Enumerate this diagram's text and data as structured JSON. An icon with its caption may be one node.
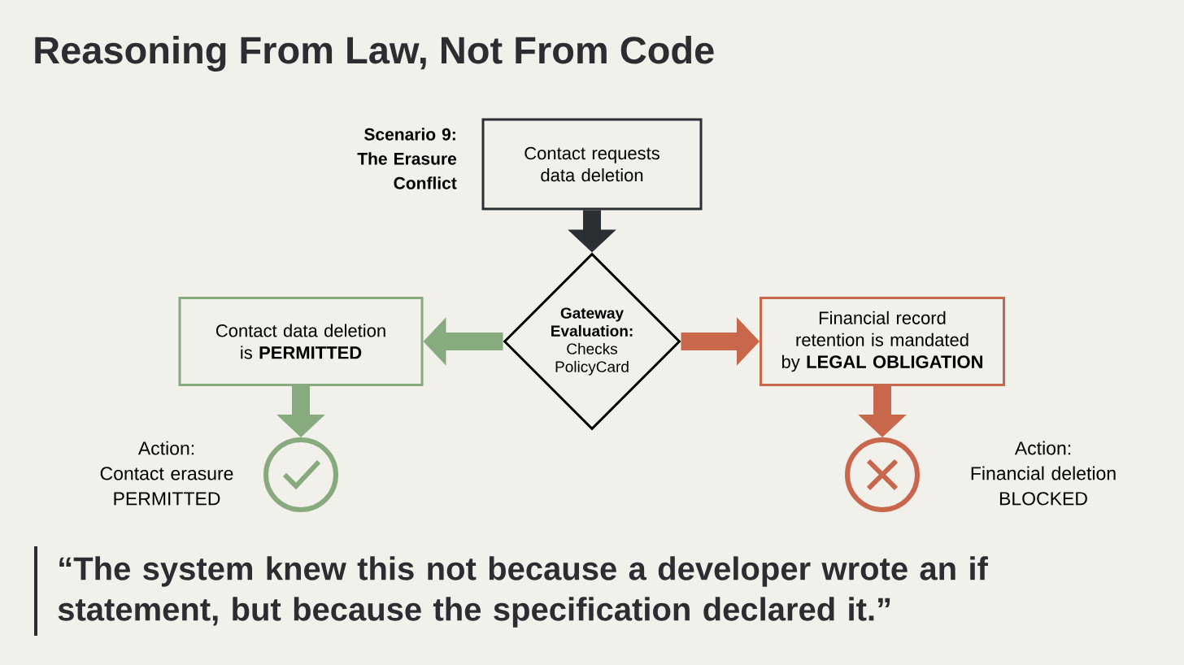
{
  "diagram": {
    "title": "Reasoning From Law, Not From Code",
    "nodes": [
      {
        "text": [
          "Contact requests data deletion"
        ]
      },
      {
        "text": [
          "Gateway Evaluation:",
          "Checks PolicyCard"
        ]
      },
      {
        "text": [
          "Contact data deletion is **PERMITTED**"
        ]
      },
      {
        "text": [
          "Financial record retention is mandated by **LEGAL OBLIGATION**"
        ]
      },
      {
        "text": [],
        "shape": "circle",
        "beside": [
          "Action: Contact erasure PERMITTED"
        ]
      },
      {
        "text": [],
        "shape": "circle",
        "beside": [
          "Action: Financial deletion BLOCKED"
        ]
      }
    ],
    "edges": [
      {
        "from": 0,
        "to": 1,
        "arrow": "to",
        "color": "#2b2f33"
      },
      {
        "from": 1,
        "to": 2,
        "arrow": "to",
        "color": "#87aa7f"
      },
      {
        "from": 1,
        "to": 3,
        "arrow": "to",
        "color": "#c8674b"
      },
      {
        "from": 2,
        "to": 4,
        "arrow": "to",
        "color": "#87aa7f"
      },
      {
        "from": 3,
        "to": 5,
        "arrow": "to",
        "color": "#c8674b"
      }
    ],
    "labels": [
      "Scenario 9: The Erasure Conflict",
      "“The system knew this not because a developer wrote an if statement, but because the specification declared it.”"
    ]
  }
}
